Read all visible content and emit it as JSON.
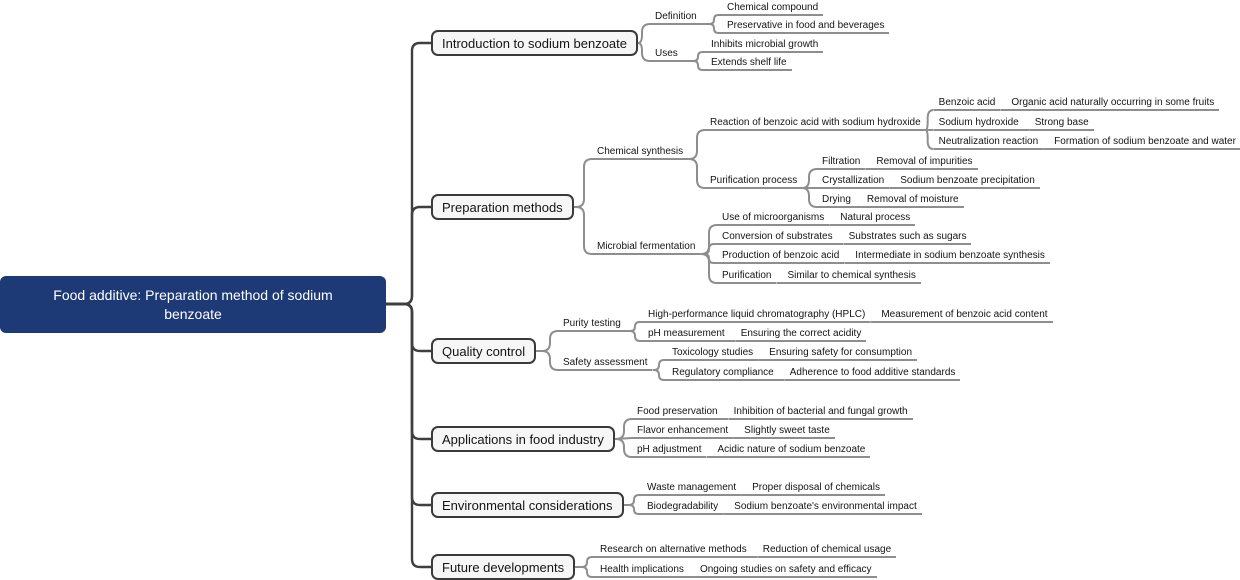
{
  "diagram_type": "mindmap",
  "colors": {
    "root_bg": "#1d3a76",
    "root_text": "#ffffff",
    "branch_box_bg": "#f6f6f6",
    "branch_box_border": "#3a3a3a",
    "link_dark": "#3f3f3f",
    "link_light": "#8e8e8e",
    "text": "#141414"
  },
  "root": {
    "label": "Food additive: Preparation method of sodium benzoate"
  },
  "branches": [
    {
      "label": "Introduction to sodium benzoate",
      "children": [
        {
          "label": "Definition",
          "children": [
            {
              "label": "Chemical compound"
            },
            {
              "label": "Preservative in food and beverages"
            }
          ]
        },
        {
          "label": "Uses",
          "children": [
            {
              "label": "Inhibits microbial growth"
            },
            {
              "label": "Extends shelf life"
            }
          ]
        }
      ]
    },
    {
      "label": "Preparation methods",
      "children": [
        {
          "label": "Chemical synthesis",
          "children": [
            {
              "label": "Reaction of benzoic acid with sodium hydroxide",
              "children": [
                {
                  "label": "Benzoic acid",
                  "children": [
                    {
                      "label": "Organic acid naturally occurring in some fruits"
                    }
                  ]
                },
                {
                  "label": "Sodium hydroxide",
                  "children": [
                    {
                      "label": "Strong base"
                    }
                  ]
                },
                {
                  "label": "Neutralization reaction",
                  "children": [
                    {
                      "label": "Formation of sodium benzoate and water"
                    }
                  ]
                }
              ]
            },
            {
              "label": "Purification process",
              "children": [
                {
                  "label": "Filtration",
                  "children": [
                    {
                      "label": "Removal of impurities"
                    }
                  ]
                },
                {
                  "label": "Crystallization",
                  "children": [
                    {
                      "label": "Sodium benzoate precipitation"
                    }
                  ]
                },
                {
                  "label": "Drying",
                  "children": [
                    {
                      "label": "Removal of moisture"
                    }
                  ]
                }
              ]
            }
          ]
        },
        {
          "label": "Microbial fermentation",
          "children": [
            {
              "label": "Use of microorganisms",
              "children": [
                {
                  "label": "Natural process"
                }
              ]
            },
            {
              "label": "Conversion of substrates",
              "children": [
                {
                  "label": "Substrates such as sugars"
                }
              ]
            },
            {
              "label": "Production of benzoic acid",
              "children": [
                {
                  "label": "Intermediate in sodium benzoate synthesis"
                }
              ]
            },
            {
              "label": "Purification",
              "children": [
                {
                  "label": "Similar to chemical synthesis"
                }
              ]
            }
          ]
        }
      ]
    },
    {
      "label": "Quality control",
      "children": [
        {
          "label": "Purity testing",
          "children": [
            {
              "label": "High-performance liquid chromatography (HPLC)",
              "children": [
                {
                  "label": "Measurement of benzoic acid content"
                }
              ]
            },
            {
              "label": "pH measurement",
              "children": [
                {
                  "label": "Ensuring the correct acidity"
                }
              ]
            }
          ]
        },
        {
          "label": "Safety assessment",
          "children": [
            {
              "label": "Toxicology studies",
              "children": [
                {
                  "label": "Ensuring safety for consumption"
                }
              ]
            },
            {
              "label": "Regulatory compliance",
              "children": [
                {
                  "label": "Adherence to food additive standards"
                }
              ]
            }
          ]
        }
      ]
    },
    {
      "label": "Applications in food industry",
      "children": [
        {
          "label": "Food preservation",
          "children": [
            {
              "label": "Inhibition of bacterial and fungal growth"
            }
          ]
        },
        {
          "label": "Flavor enhancement",
          "children": [
            {
              "label": "Slightly sweet taste"
            }
          ]
        },
        {
          "label": "pH adjustment",
          "children": [
            {
              "label": "Acidic nature of sodium benzoate"
            }
          ]
        }
      ]
    },
    {
      "label": "Environmental considerations",
      "children": [
        {
          "label": "Waste management",
          "children": [
            {
              "label": "Proper disposal of chemicals"
            }
          ]
        },
        {
          "label": "Biodegradability",
          "children": [
            {
              "label": "Sodium benzoate's environmental impact"
            }
          ]
        }
      ]
    },
    {
      "label": "Future developments",
      "children": [
        {
          "label": "Research on alternative methods",
          "children": [
            {
              "label": "Reduction of chemical usage"
            }
          ]
        },
        {
          "label": "Health implications",
          "children": [
            {
              "label": "Ongoing studies on safety and efficacy"
            }
          ]
        }
      ]
    }
  ]
}
